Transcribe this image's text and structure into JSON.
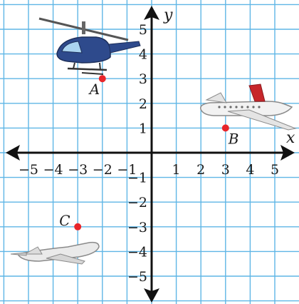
{
  "graph": {
    "x_axis_label": "x",
    "y_axis_label": "y",
    "x_ticks": [
      "−5",
      "−4",
      "−3",
      "−2",
      "−1",
      "1",
      "2",
      "3",
      "4",
      "5"
    ],
    "y_ticks": [
      "5",
      "4",
      "3",
      "2",
      "1",
      "−1",
      "−2",
      "−3",
      "−4",
      "−5"
    ],
    "grid_color": "#5fb6e6",
    "point_color": "#e8262b"
  },
  "points": [
    {
      "label": "A",
      "x": -2,
      "y": 3
    },
    {
      "label": "B",
      "x": 3,
      "y": 1
    },
    {
      "label": "C",
      "x": -3,
      "y": -3
    }
  ],
  "pictures": {
    "helicopter": "helicopter-image",
    "jet_right": "jet-airliner-image",
    "jet_left": "jet-airliner-image"
  }
}
